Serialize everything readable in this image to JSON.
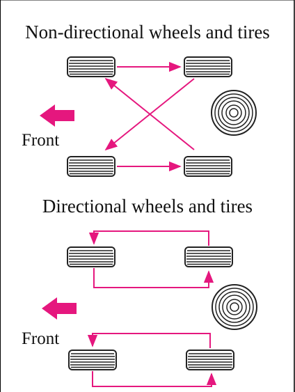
{
  "diagrams": {
    "non_directional": {
      "title": "Non-directional wheels and tires",
      "front_label": "Front"
    },
    "directional": {
      "title": "Directional wheels and tires",
      "front_label": "Front"
    }
  },
  "colors": {
    "arrow": "#e5177e",
    "tire_stroke": "#222222",
    "border": "#000000",
    "background": "#ffffff"
  },
  "icons": [
    "tire-tread-icon",
    "tire-side-icon",
    "front-direction-arrow-icon"
  ]
}
